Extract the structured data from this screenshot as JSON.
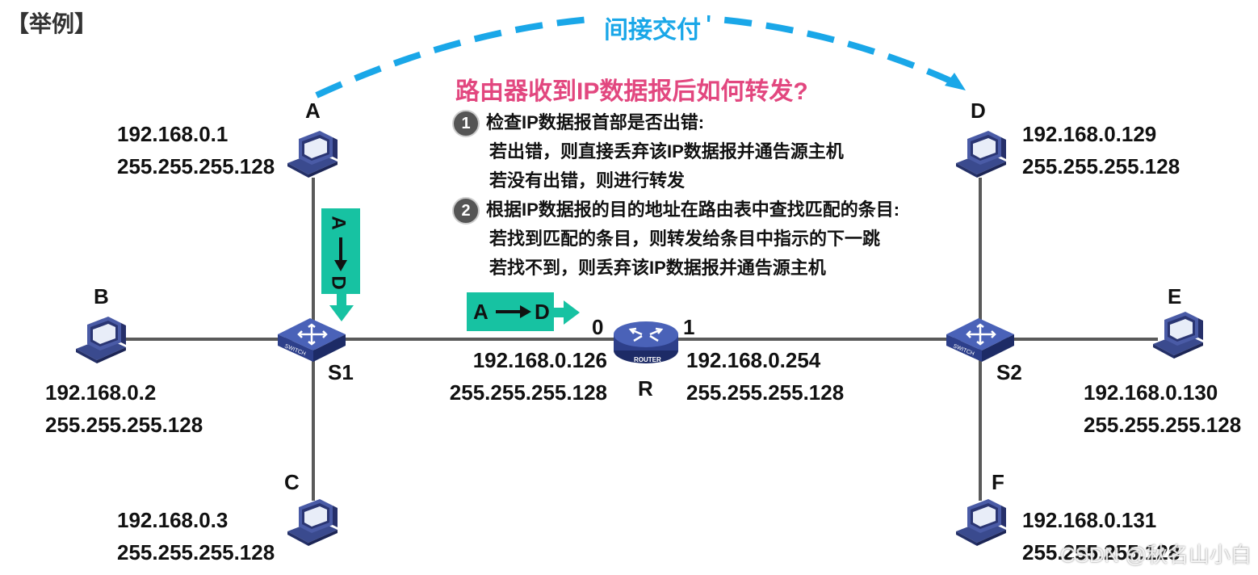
{
  "header": {
    "tag": "【举例】"
  },
  "arc": {
    "label": "间接交付",
    "color": "#1aa7e8"
  },
  "question": {
    "title": "路由器收到IP数据报后如何转发?",
    "color": "#e2477f"
  },
  "steps": [
    {
      "num": "1",
      "title": "检查IP数据报首部是否出错:",
      "lines": [
        "若出错，则直接丢弃该IP数据报并通告源主机",
        "若没有出错，则进行转发"
      ]
    },
    {
      "num": "2",
      "title": "根据IP数据报的目的地址在路由表中查找匹配的条目:",
      "lines": [
        "若找到匹配的条目，则转发给条目中指示的下一跳",
        "若找不到，则丢弃该IP数据报并通告源主机"
      ]
    }
  ],
  "hosts": {
    "A": {
      "label": "A",
      "ip": "192.168.0.1",
      "mask": "255.255.255.128"
    },
    "B": {
      "label": "B",
      "ip": "192.168.0.2",
      "mask": "255.255.255.128"
    },
    "C": {
      "label": "C",
      "ip": "192.168.0.3",
      "mask": "255.255.255.128"
    },
    "D": {
      "label": "D",
      "ip": "192.168.0.129",
      "mask": "255.255.255.128"
    },
    "E": {
      "label": "E",
      "ip": "192.168.0.130",
      "mask": "255.255.255.128"
    },
    "F": {
      "label": "F",
      "ip": "192.168.0.131",
      "mask": "255.255.255.128"
    }
  },
  "switches": {
    "S1": {
      "label": "S1",
      "badge": "SWITCH"
    },
    "S2": {
      "label": "S2",
      "badge": "SWITCH"
    }
  },
  "router": {
    "label": "R",
    "badge": "ROUTER",
    "port0": {
      "label": "0",
      "ip": "192.168.0.126",
      "mask": "255.255.255.128"
    },
    "port1": {
      "label": "1",
      "ip": "192.168.0.254",
      "mask": "255.255.255.128"
    }
  },
  "packet": {
    "src": "A",
    "dst": "D",
    "color": "#17c2a2"
  },
  "watermark": "CSDN @秋名山小白"
}
